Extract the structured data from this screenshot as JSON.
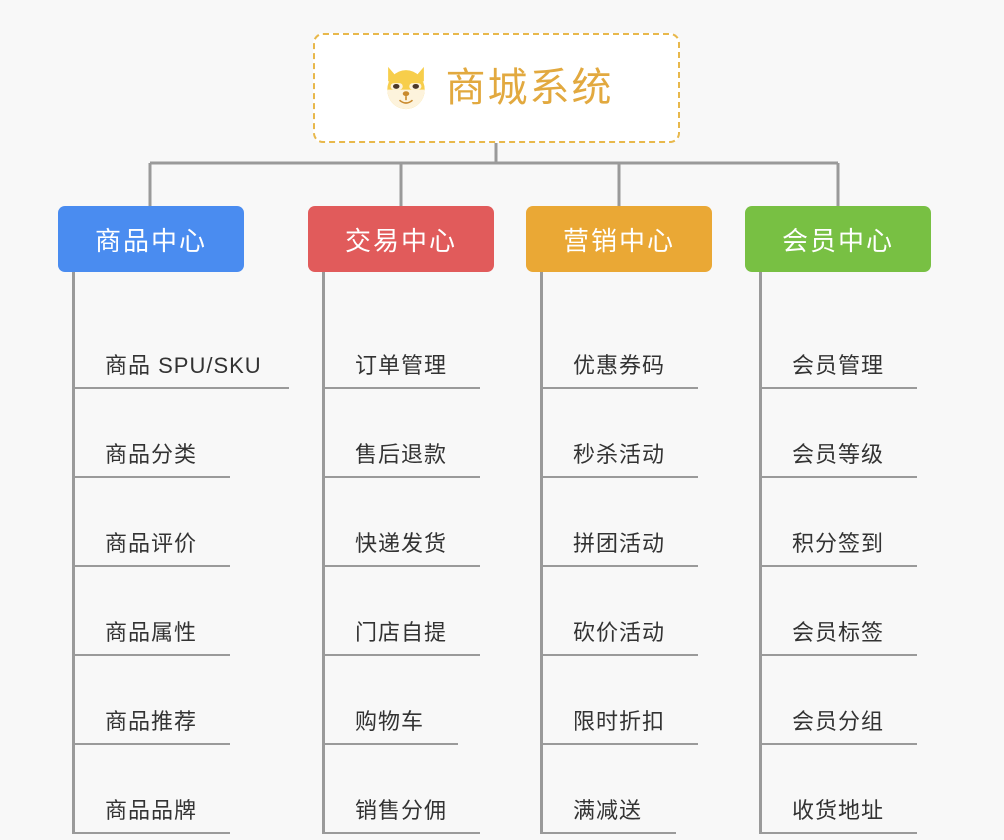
{
  "diagram": {
    "type": "mind-map",
    "background_color": "#f8f8f8",
    "connector_color": "#9a9a9a",
    "root": {
      "title": "商城系统",
      "icon": "shiba-dog-face-icon",
      "text_color": "#e2a93f",
      "border_color": "#e8b84b",
      "background_color": "#ffffff"
    },
    "branches": [
      {
        "label": "商品中心",
        "color": "#4a8cf0",
        "items": [
          "商品 SPU/SKU",
          "商品分类",
          "商品评价",
          "商品属性",
          "商品推荐",
          "商品品牌"
        ]
      },
      {
        "label": "交易中心",
        "color": "#e15b5b",
        "items": [
          "订单管理",
          "售后退款",
          "快递发货",
          "门店自提",
          "购物车",
          "销售分佣"
        ]
      },
      {
        "label": "营销中心",
        "color": "#eaa835",
        "items": [
          "优惠券码",
          "秒杀活动",
          "拼团活动",
          "砍价活动",
          "限时折扣",
          "满减送"
        ]
      },
      {
        "label": "会员中心",
        "color": "#78c043",
        "items": [
          "会员管理",
          "会员等级",
          "积分签到",
          "会员标签",
          "会员分组",
          "收货地址"
        ]
      }
    ]
  }
}
